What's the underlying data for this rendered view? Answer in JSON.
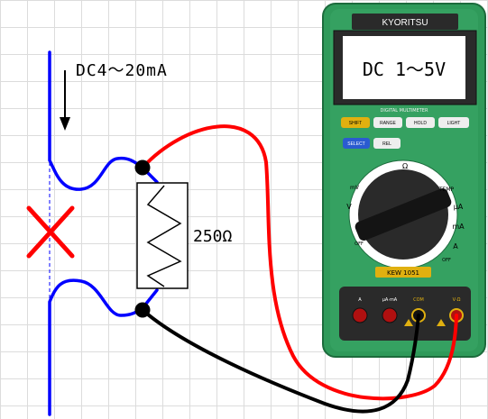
{
  "current_label": "DC4～20mA",
  "resistor_label": "250Ω",
  "meter": {
    "brand": "KYORITSU",
    "display_text": "DC 1～5V",
    "model": "KEW 1051",
    "subtitle": "DIGITAL MULTIMETER",
    "buttons": [
      "SHIFT",
      "RANGE",
      "HOLD",
      "LIGHT"
    ],
    "buttons2": [
      "SELECT",
      "REL"
    ],
    "dial_labels": [
      "Ω",
      "TEMP",
      "μA",
      "mA",
      "A",
      "OFF",
      "OFF",
      "V",
      "mV"
    ],
    "terminals": [
      "A",
      "μA·mA",
      "COM",
      "V·Ω"
    ]
  },
  "colors": {
    "loop_wire": "#0000ff",
    "positive_lead": "#ff0000",
    "negative_lead": "#000000",
    "cut_mark": "#ff0000",
    "meter_body": "#2f9a5a"
  }
}
